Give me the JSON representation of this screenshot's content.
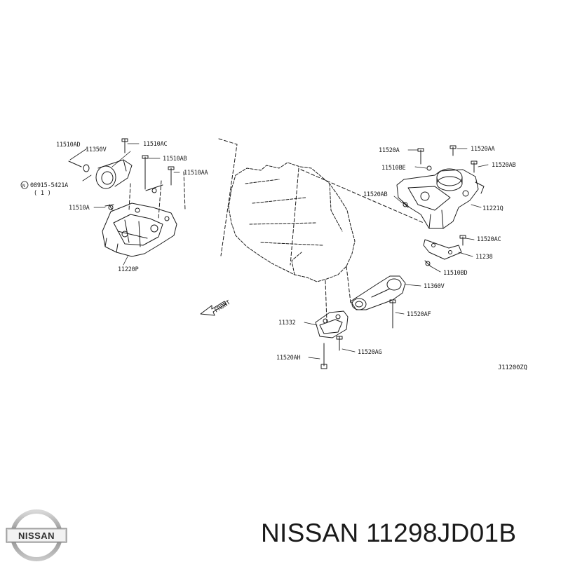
{
  "diagram": {
    "reference_code": "J11200ZQ",
    "front_label": "FRONT",
    "parts": {
      "p11510AD": "11510AD",
      "p11350V": "11350V",
      "p11510AC": "11510AC",
      "p11510AB": "11510AB",
      "p11510AA": "11510AA",
      "p08915": "08915-5421A",
      "p08915_qty": "( 1 )",
      "p08915_prefix": "N",
      "p11510A": "11510A",
      "p11220P": "11220P",
      "p11520A": "11520A",
      "p11520AA": "11520AA",
      "p11510BE": "11510BE",
      "p11520AB_right": "11520AB",
      "p11520AB_left": "11520AB",
      "p11221Q": "11221Q",
      "p11520AC": "11520AC",
      "p11238": "11238",
      "p11510BD": "11510BD",
      "p11360V": "11360V",
      "p11520AF": "11520AF",
      "p11332": "11332",
      "p11520AG": "11520AG",
      "p11520AH": "11520AH"
    }
  },
  "footer": {
    "brand_logo_text": "NISSAN",
    "title": "NISSAN 11298JD01B"
  }
}
